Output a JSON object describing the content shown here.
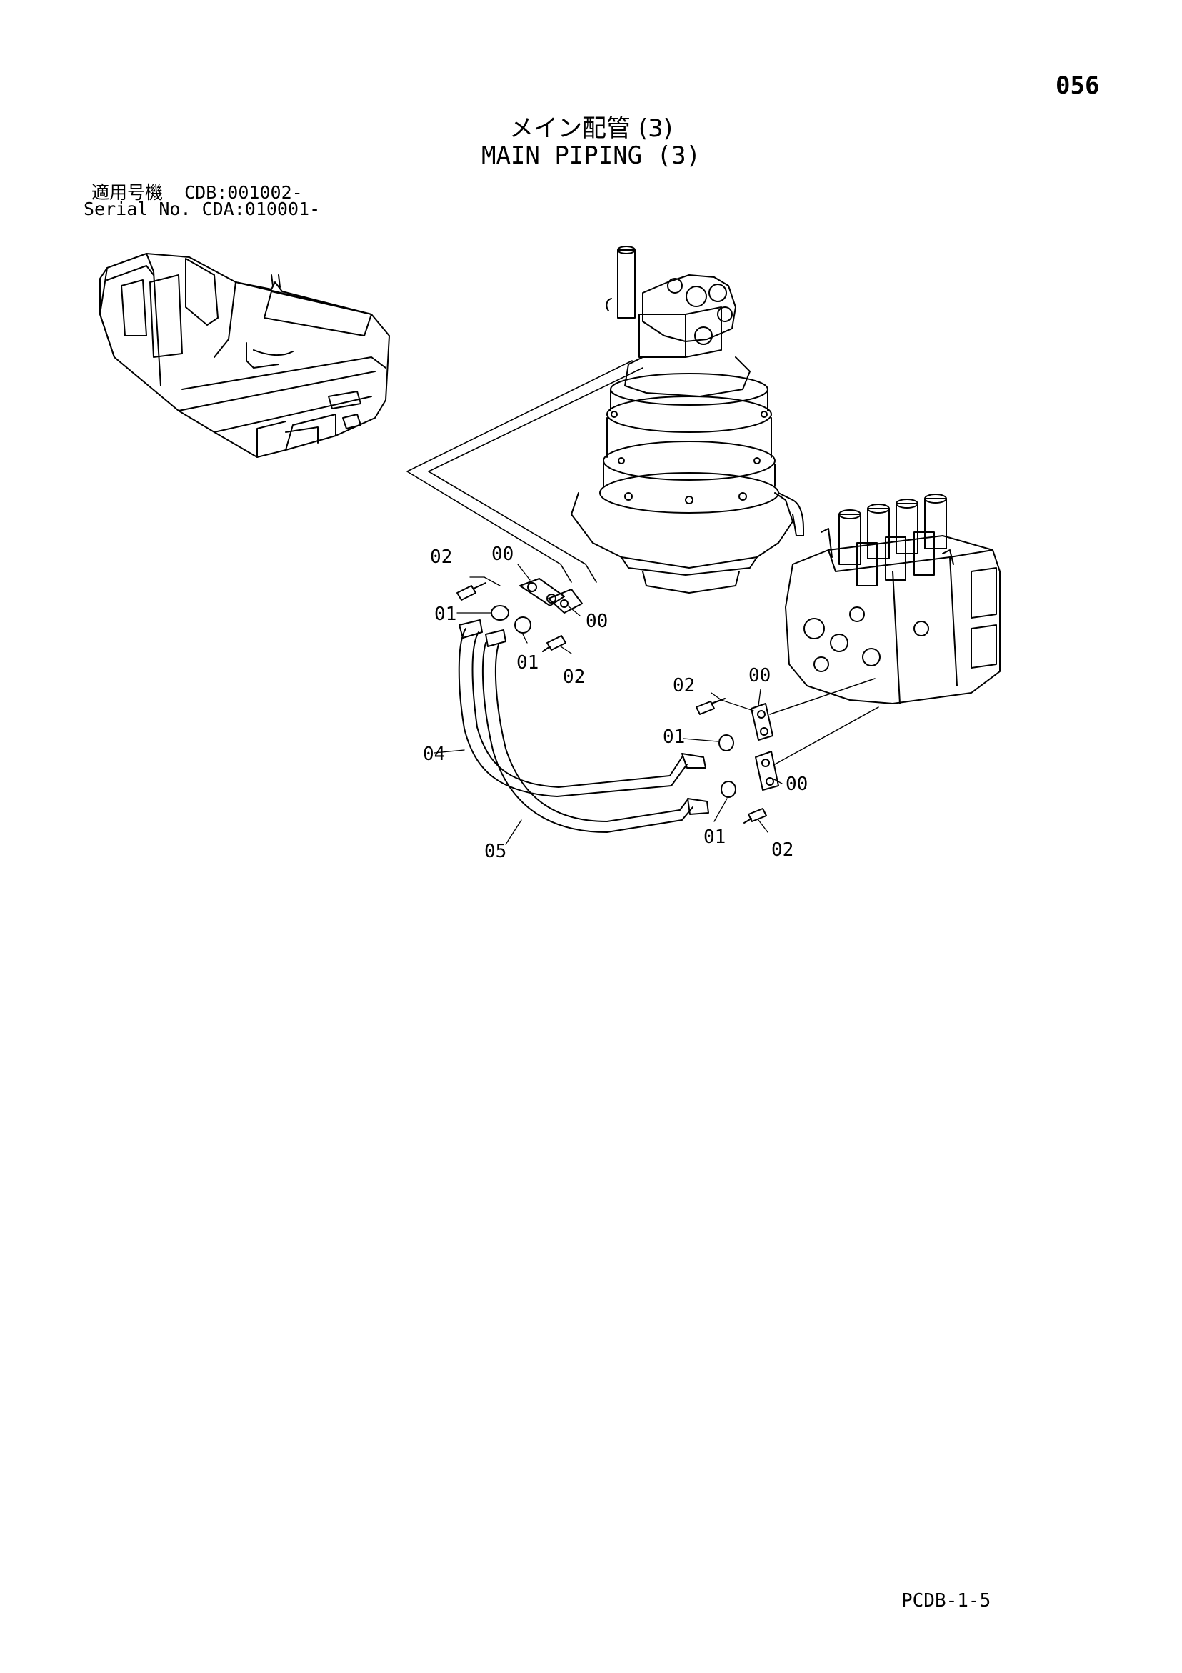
{
  "page_number": "056",
  "title_jp": "メイン配管 (3)",
  "title_en": "MAIN PIPING (3)",
  "serial": {
    "jp_line": "適用号機  CDB:001002-",
    "en_line": "Serial No. CDA:010001-"
  },
  "doc_code": "PCDB-1-5",
  "callouts": {
    "c02_top": "02",
    "c00_top": "00",
    "c01_left": "01",
    "c00_right": "00",
    "c01_mid": "01",
    "c02_mid": "02",
    "c02_valve": "02",
    "c00_valve": "00",
    "c01_valve": "01",
    "c04": "04",
    "c00_lower": "00",
    "c05": "05",
    "c01_lower": "01",
    "c02_lower": "02"
  }
}
